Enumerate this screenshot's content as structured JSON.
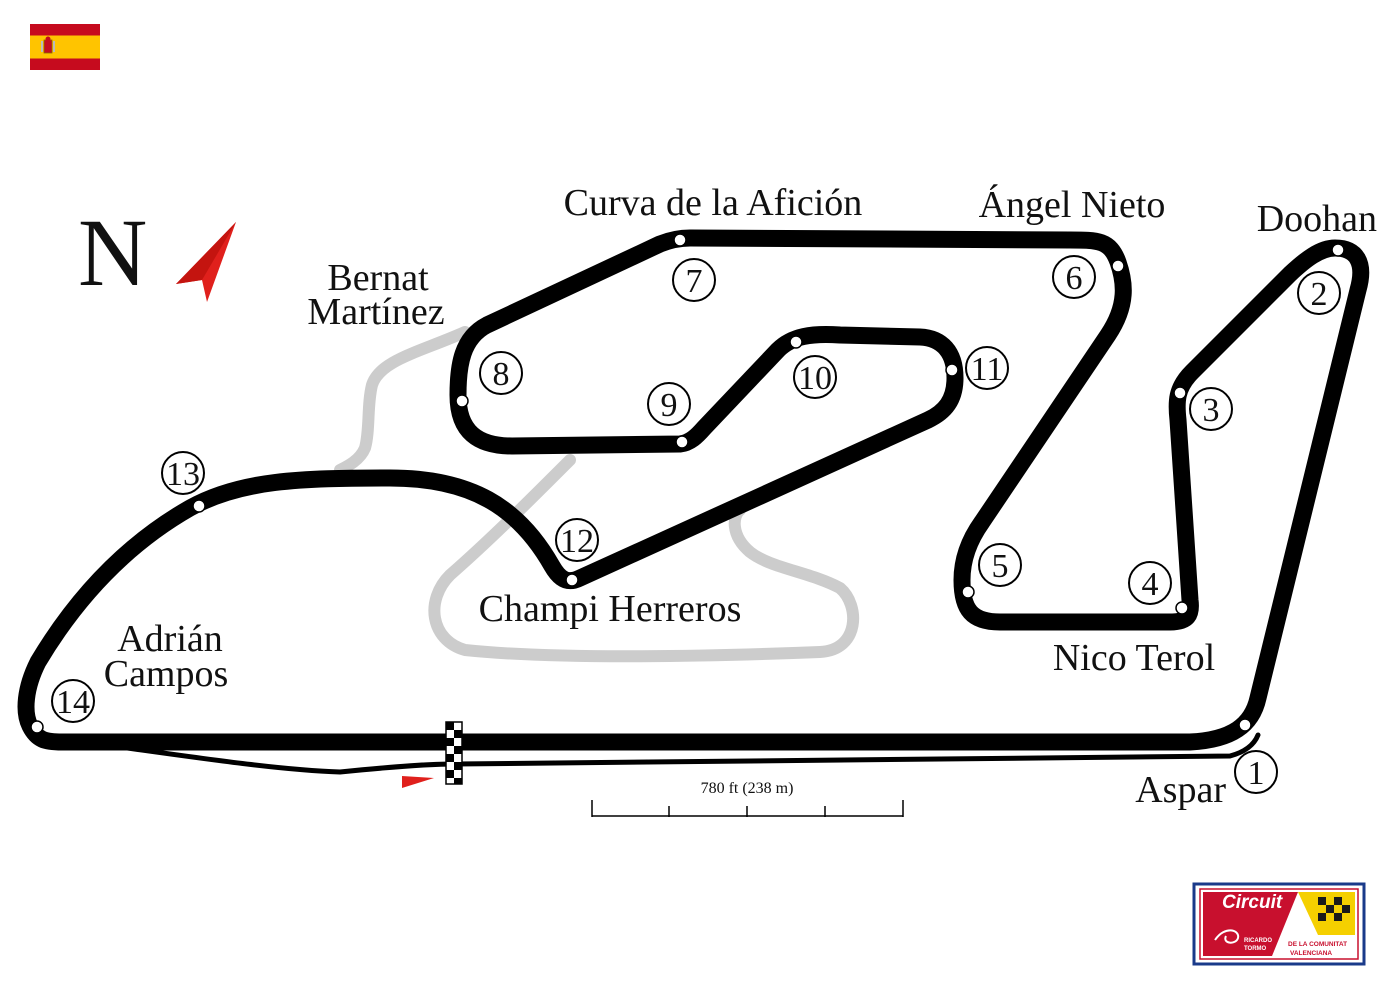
{
  "country_flag": {
    "icon": "spain-flag-icon",
    "colors": {
      "red": "#c60b1e",
      "yellow": "#ffc400"
    }
  },
  "compass": {
    "letter": "N",
    "icon": "north-arrow-icon",
    "arrow_color": "#e0201c"
  },
  "track": {
    "main_color": "#000000",
    "alt_layout_color": "#cccccc",
    "apex_marker_color": "#ffffff",
    "start_direction_arrow_color": "#e0201c"
  },
  "turns": [
    {
      "number": "1",
      "name": "Aspar"
    },
    {
      "number": "2",
      "name": "Doohan"
    },
    {
      "number": "3",
      "name": ""
    },
    {
      "number": "4",
      "name": ""
    },
    {
      "number": "5",
      "name": ""
    },
    {
      "number": "6",
      "name": "Ángel Nieto"
    },
    {
      "number": "7",
      "name": "Curva de la Afición"
    },
    {
      "number": "8",
      "name": "Bernat Martínez"
    },
    {
      "number": "9",
      "name": ""
    },
    {
      "number": "10",
      "name": ""
    },
    {
      "number": "11",
      "name": ""
    },
    {
      "number": "12",
      "name": "Champi Herreros"
    },
    {
      "number": "13",
      "name": ""
    },
    {
      "number": "14",
      "name": "Adrián Campos"
    }
  ],
  "corner_labels": {
    "bernat_line1": "Bernat",
    "bernat_line2": "Martínez",
    "adrian_line1": "Adrián",
    "adrian_line2": "Campos",
    "nico_terol": "Nico Terol"
  },
  "scale_bar": {
    "label": "780 ft (238 m)"
  },
  "logo": {
    "title": "Circuit",
    "line_ricardo": "RICARDO",
    "line_tormo": "TORMO",
    "line_comunitat": "DE LA COMUNITAT",
    "line_valenciana": "VALENCIANA",
    "colors": {
      "blue": "#1a3a8a",
      "red": "#c8102e",
      "yellow": "#f5d000"
    }
  }
}
